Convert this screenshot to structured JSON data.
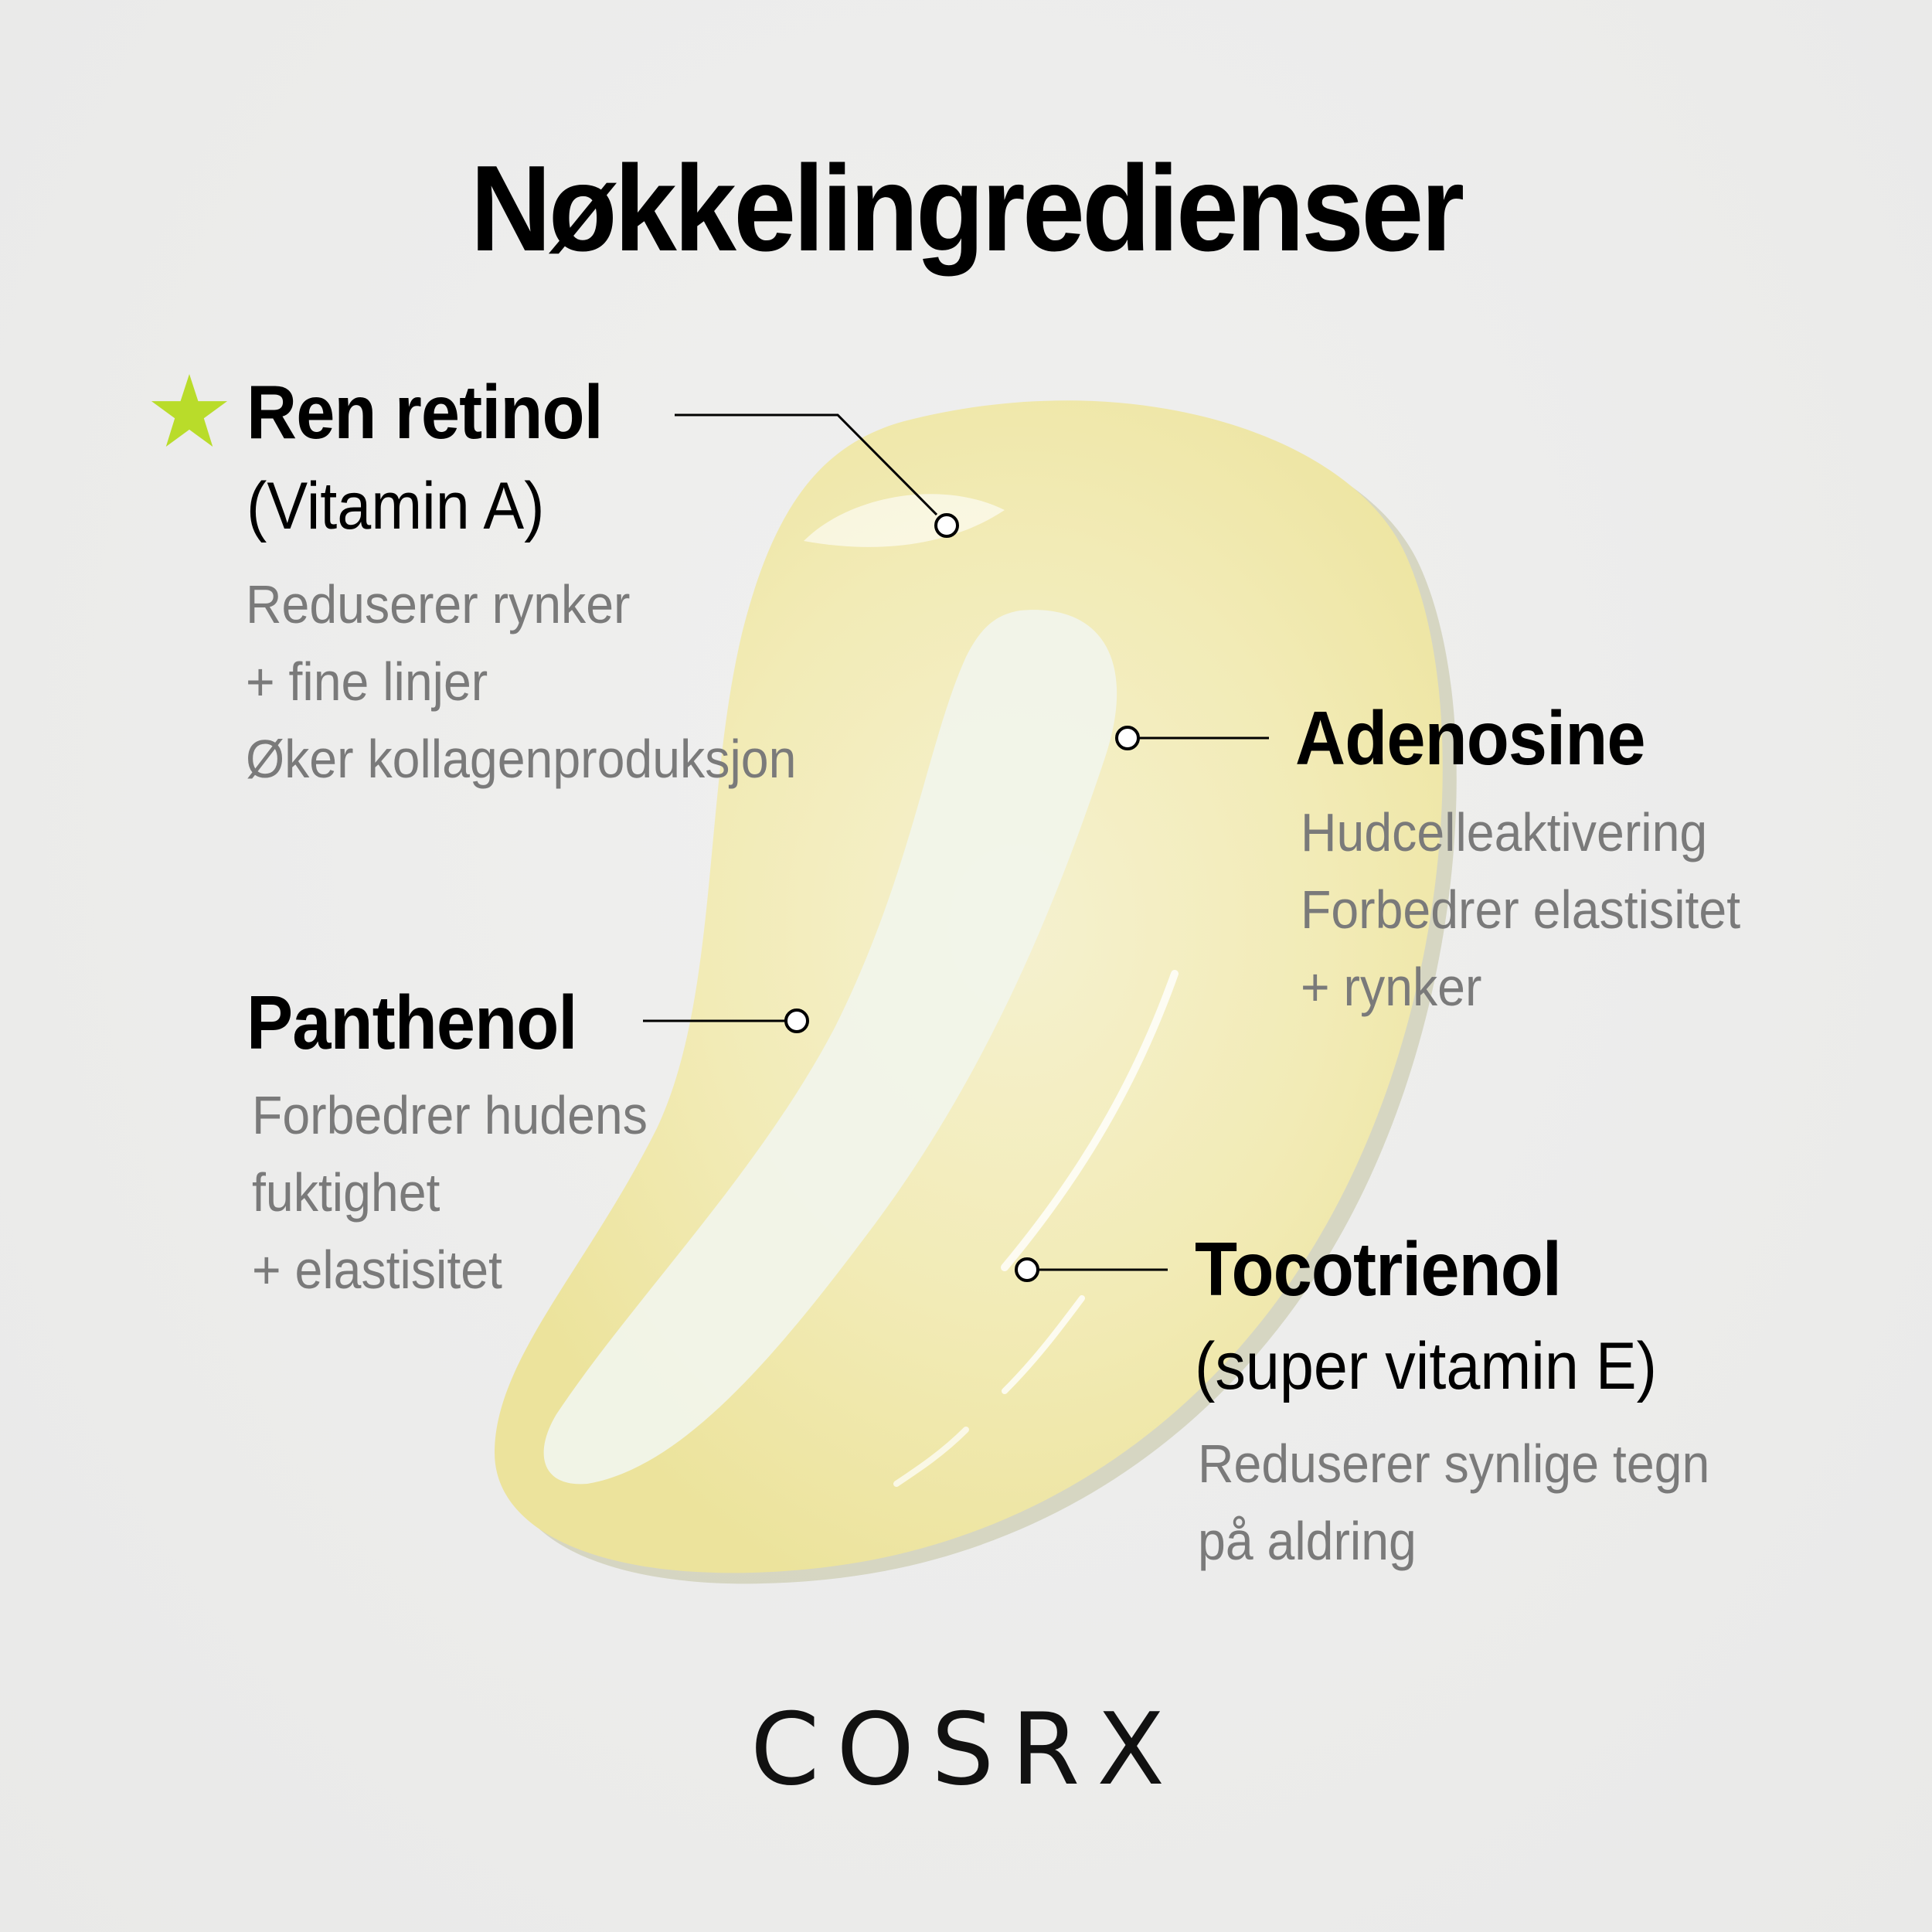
{
  "title": "Nøkkelingredienser",
  "brand": "COSRX",
  "colors": {
    "background": "#ececec",
    "star": "#b9dc2a",
    "heading": "#000000",
    "description": "#7a7a7a",
    "cream": "#f3ecb3"
  },
  "ingredients": [
    {
      "name": "Ren retinol",
      "subtitle": "(Vitamin A)",
      "icon": "star-icon",
      "featured": true,
      "description": [
        "Reduserer rynker",
        "+ fine linjer",
        "Øker kollagenproduksjon"
      ]
    },
    {
      "name": "Adenosine",
      "description": [
        "Hudcelleaktivering",
        "Forbedrer elastisitet",
        "+ rynker"
      ]
    },
    {
      "name": "Panthenol",
      "description": [
        "Forbedrer hudens",
        "fuktighet",
        "+ elastisitet"
      ]
    },
    {
      "name": "Tocotrienol",
      "subtitle": "(super vitamin E)",
      "description": [
        "Reduserer synlige tegn",
        "på aldring"
      ]
    }
  ]
}
